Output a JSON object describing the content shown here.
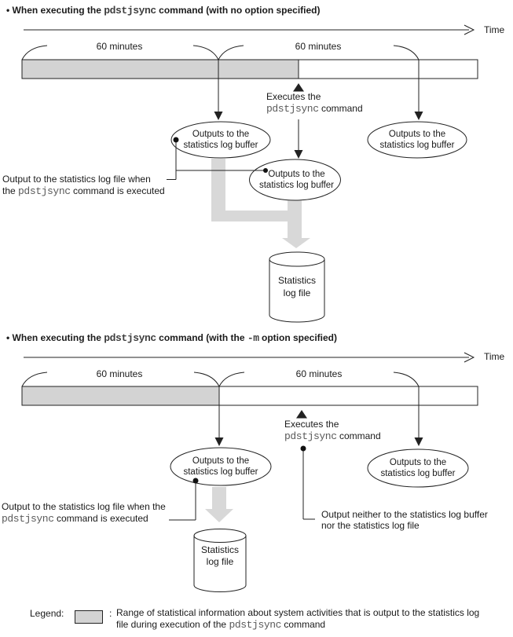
{
  "colors": {
    "bar_fill": "#d3d3d3",
    "bulk_arrow_fill": "#d8d8d8",
    "line": "#222222",
    "mono_text": "#5a5a5a"
  },
  "diagram1": {
    "heading": {
      "pre": "• When executing the ",
      "cmd": "pdstjsync",
      "post": " command (with no option specified)"
    },
    "time_label": "Time",
    "segment1_label": "60 minutes",
    "segment2_label": "60 minutes",
    "executes": {
      "line1": "Executes the",
      "cmd": "pdstjsync",
      "post": " command"
    },
    "ellipse1": {
      "line1": "Outputs to the",
      "line2": "statistics log buffer"
    },
    "ellipse2": {
      "line1": "Outputs to the",
      "line2": "statistics log buffer"
    },
    "ellipse3": {
      "line1": "Outputs to the",
      "line2": "statistics log buffer"
    },
    "output_label": {
      "line1": "Output to the statistics log file when",
      "line2_pre": "the ",
      "cmd": "pdstjsync",
      "line2_post": " command is executed"
    },
    "cylinder": {
      "line1": "Statistics",
      "line2": "log file"
    }
  },
  "diagram2": {
    "heading": {
      "pre": "• When executing the ",
      "cmd": "pdstjsync",
      "mid": " command (with the ",
      "opt": "-m",
      "post": " option specified)"
    },
    "time_label": "Time",
    "segment1_label": "60 minutes",
    "segment2_label": "60 minutes",
    "executes": {
      "line1": "Executes the",
      "cmd": "pdstjsync",
      "post": " command"
    },
    "ellipse1": {
      "line1": "Outputs to the",
      "line2": "statistics log buffer"
    },
    "ellipse2": {
      "line1": "Outputs to the",
      "line2": "statistics log buffer"
    },
    "output_label": {
      "line1": "Output to the statistics log file when the",
      "cmd": "pdstjsync",
      "line2_post": " command is executed"
    },
    "neither_label": {
      "line1": "Output neither to the statistics log buffer",
      "line2": "nor the statistics log file"
    },
    "cylinder": {
      "line1": "Statistics",
      "line2": "log file"
    }
  },
  "legend": {
    "label": "Legend:",
    "colon": ":",
    "line1": "Range of statistical information about system activities that is output to the statistics log",
    "line2_pre": "file during execution of the ",
    "cmd": "pdstjsync",
    "line2_post": " command"
  }
}
